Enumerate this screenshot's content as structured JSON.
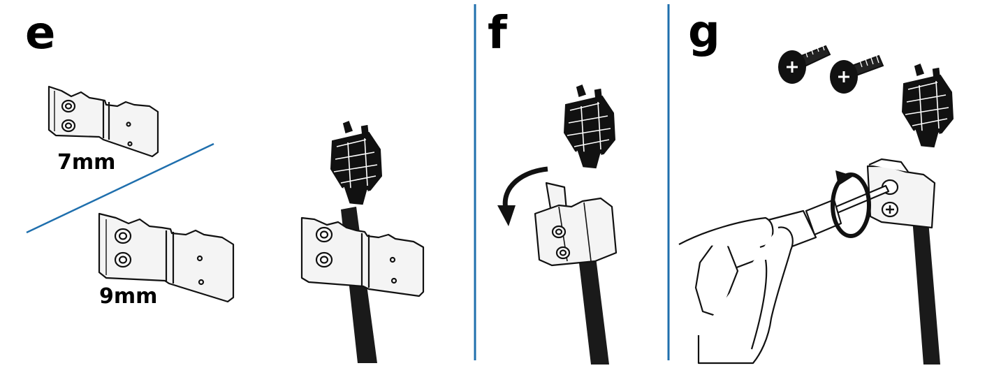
{
  "panels": [
    {
      "letter": "e",
      "labels": [
        "7mm",
        "9mm"
      ]
    },
    {
      "letter": "f"
    },
    {
      "letter": "g"
    }
  ],
  "colors": {
    "divider": "#1f6fad",
    "ink": "#111111",
    "metal": "#f4f4f4",
    "cable": "#1a1a1a"
  },
  "icons": [
    "bracket-7mm",
    "bracket-9mm",
    "power-plug",
    "power-cable",
    "rotate-arrow-icon",
    "screw-icon",
    "screwdriver",
    "hand"
  ]
}
